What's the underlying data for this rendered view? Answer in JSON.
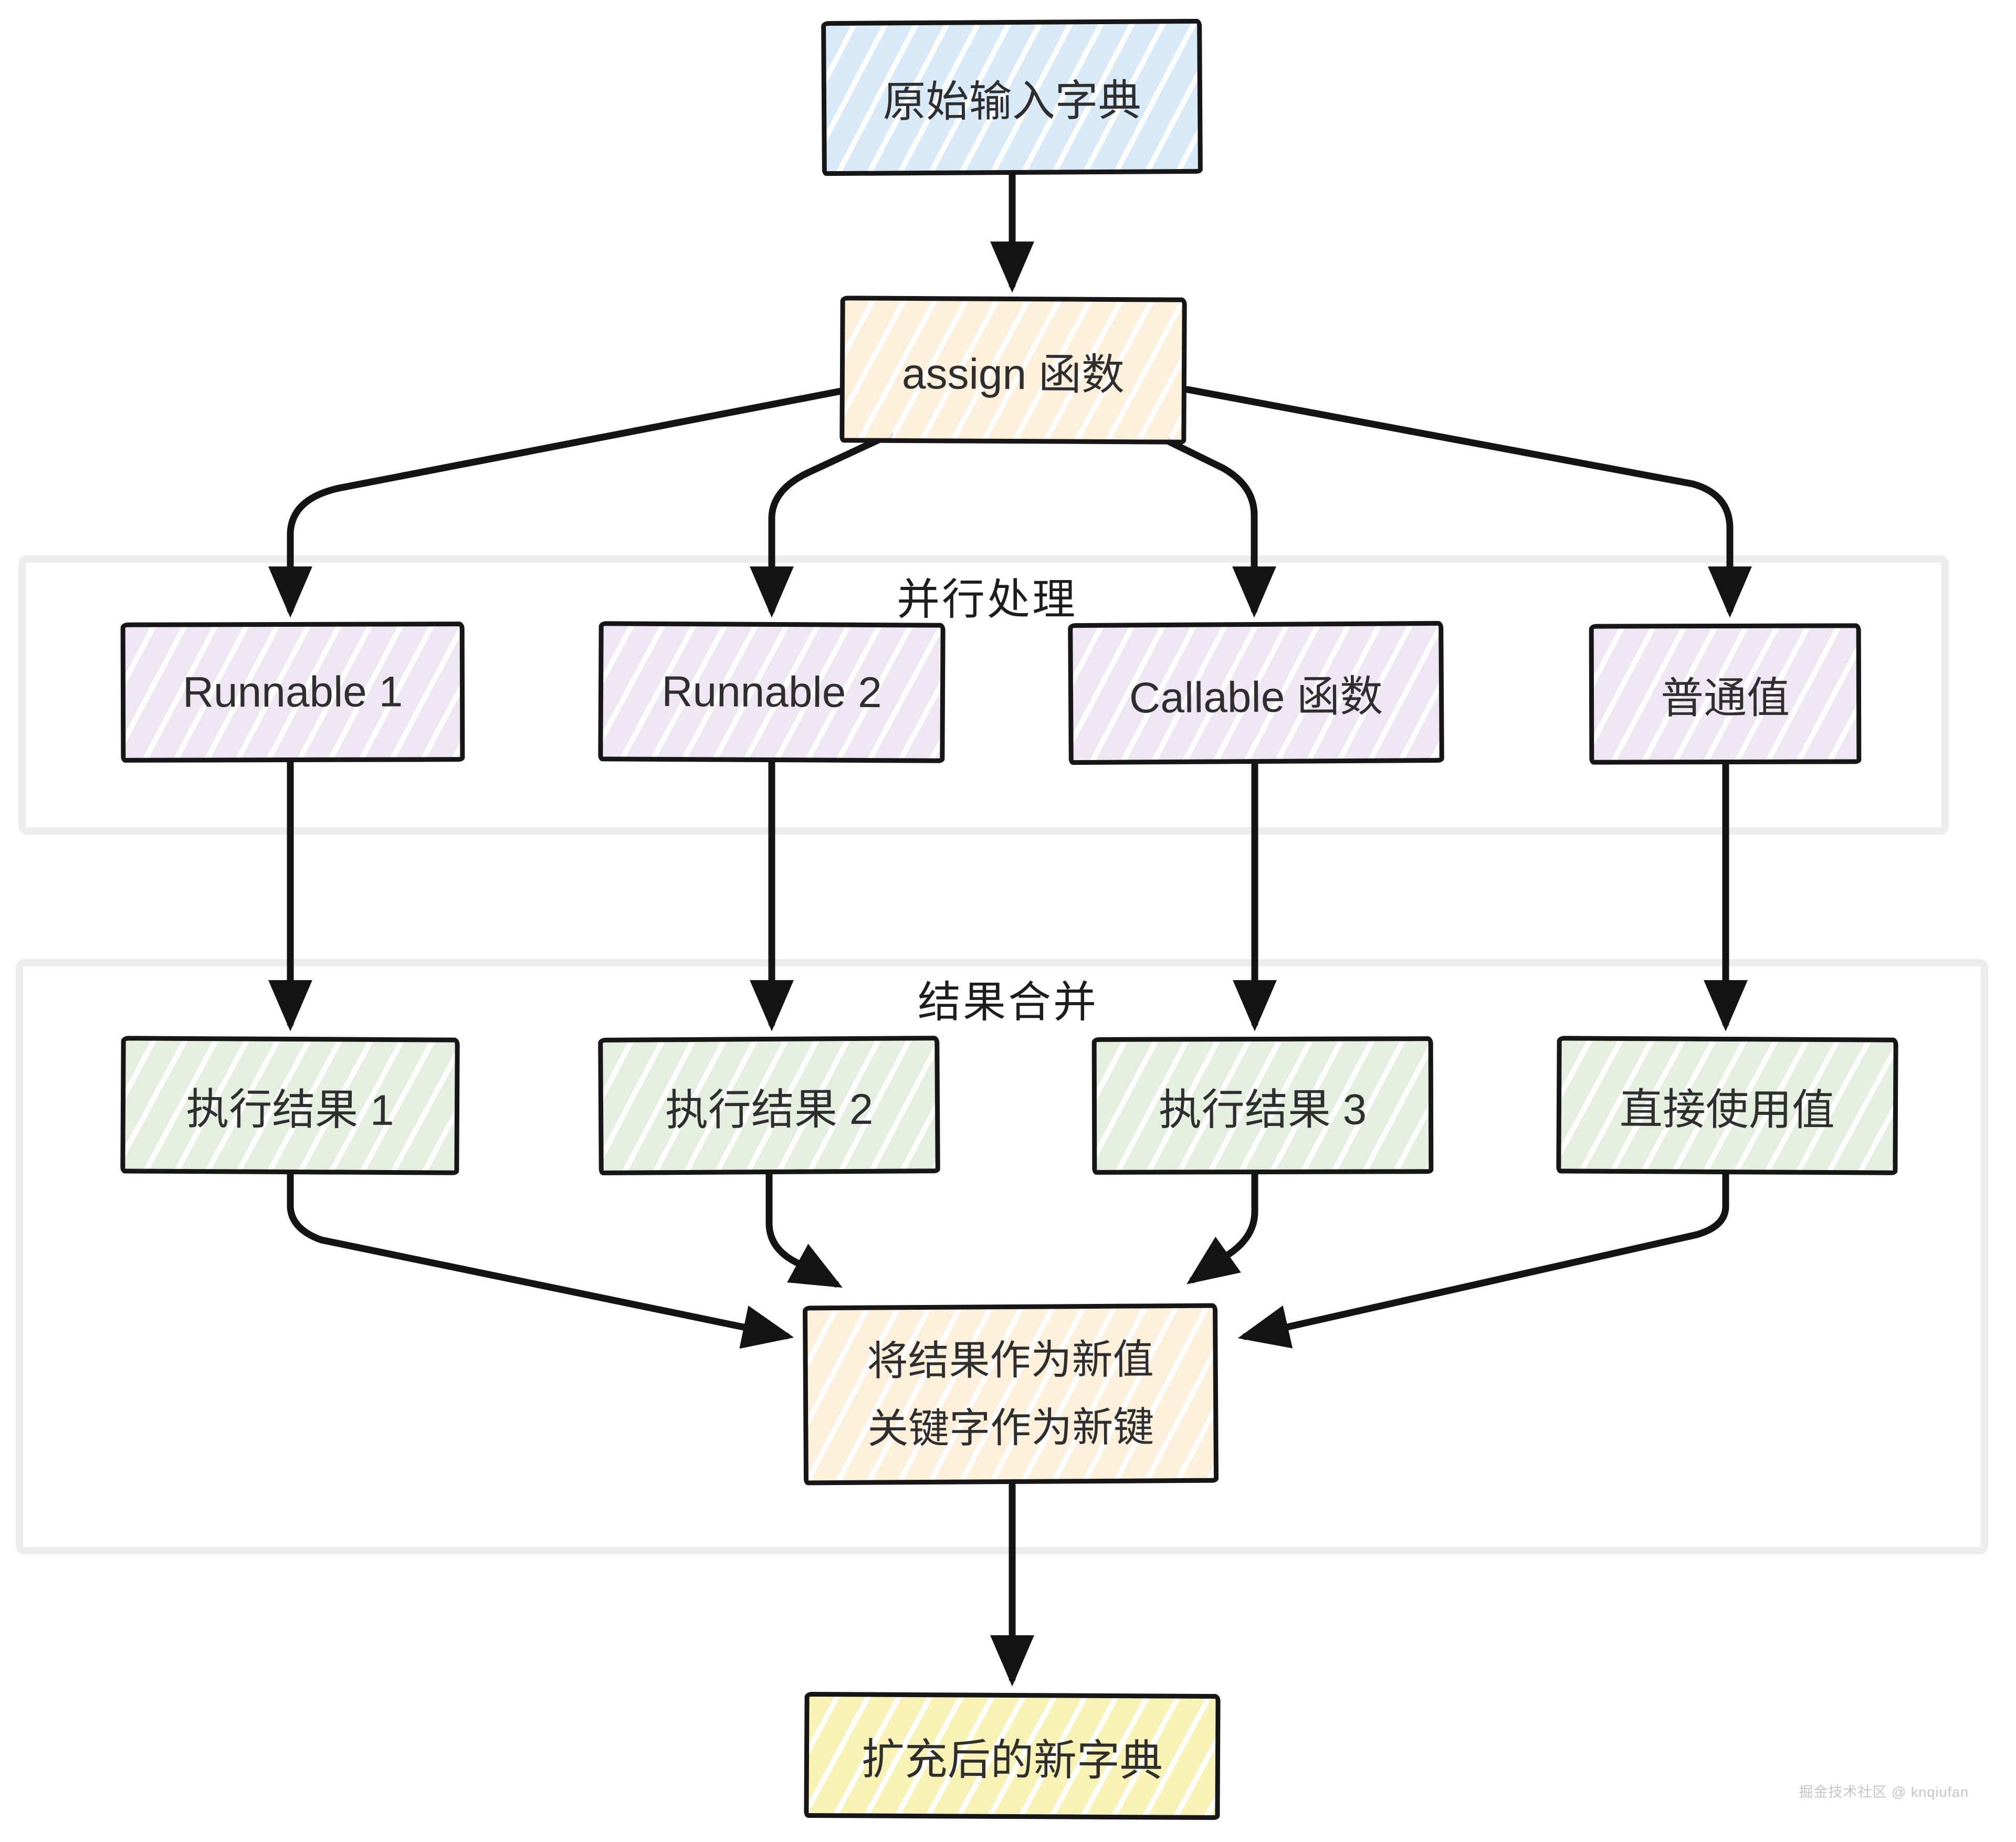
{
  "watermark": "掘金技术社区 @ knqiufan",
  "groups": {
    "parallel": {
      "label": "并行处理"
    },
    "merging": {
      "label": "结果合并"
    }
  },
  "nodes": {
    "input": {
      "label": "原始输入字典",
      "fill": "#d8eaf7"
    },
    "assign": {
      "label": "assign 函数",
      "fill": "#fcf0da"
    },
    "runnable1": {
      "label": "Runnable 1",
      "fill": "#efe6f3"
    },
    "runnable2": {
      "label": "Runnable 2",
      "fill": "#efe6f3"
    },
    "callable": {
      "label": "Callable 函数",
      "fill": "#efe6f3"
    },
    "plain": {
      "label": "普通值",
      "fill": "#efe6f3"
    },
    "result1": {
      "label": "执行结果 1",
      "fill": "#e4efe0"
    },
    "result2": {
      "label": "执行结果 2",
      "fill": "#e4efe0"
    },
    "result3": {
      "label": "执行结果 3",
      "fill": "#e4efe0"
    },
    "direct": {
      "label": "直接使用值",
      "fill": "#e4efe0"
    },
    "merge": {
      "line1": "将结果作为新值",
      "line2": "关键字作为新键",
      "fill": "#fcf0da"
    },
    "output": {
      "label": "扩充后的新字典",
      "fill": "#f8f2b4"
    }
  },
  "style": {
    "edge_color": "#141414",
    "node_border_color": "#161616",
    "group_border_color": "#ececec",
    "text_color": "#2e2e2e",
    "watermark_color": "#c6c5c5",
    "canvas_background": "#ffffff"
  }
}
